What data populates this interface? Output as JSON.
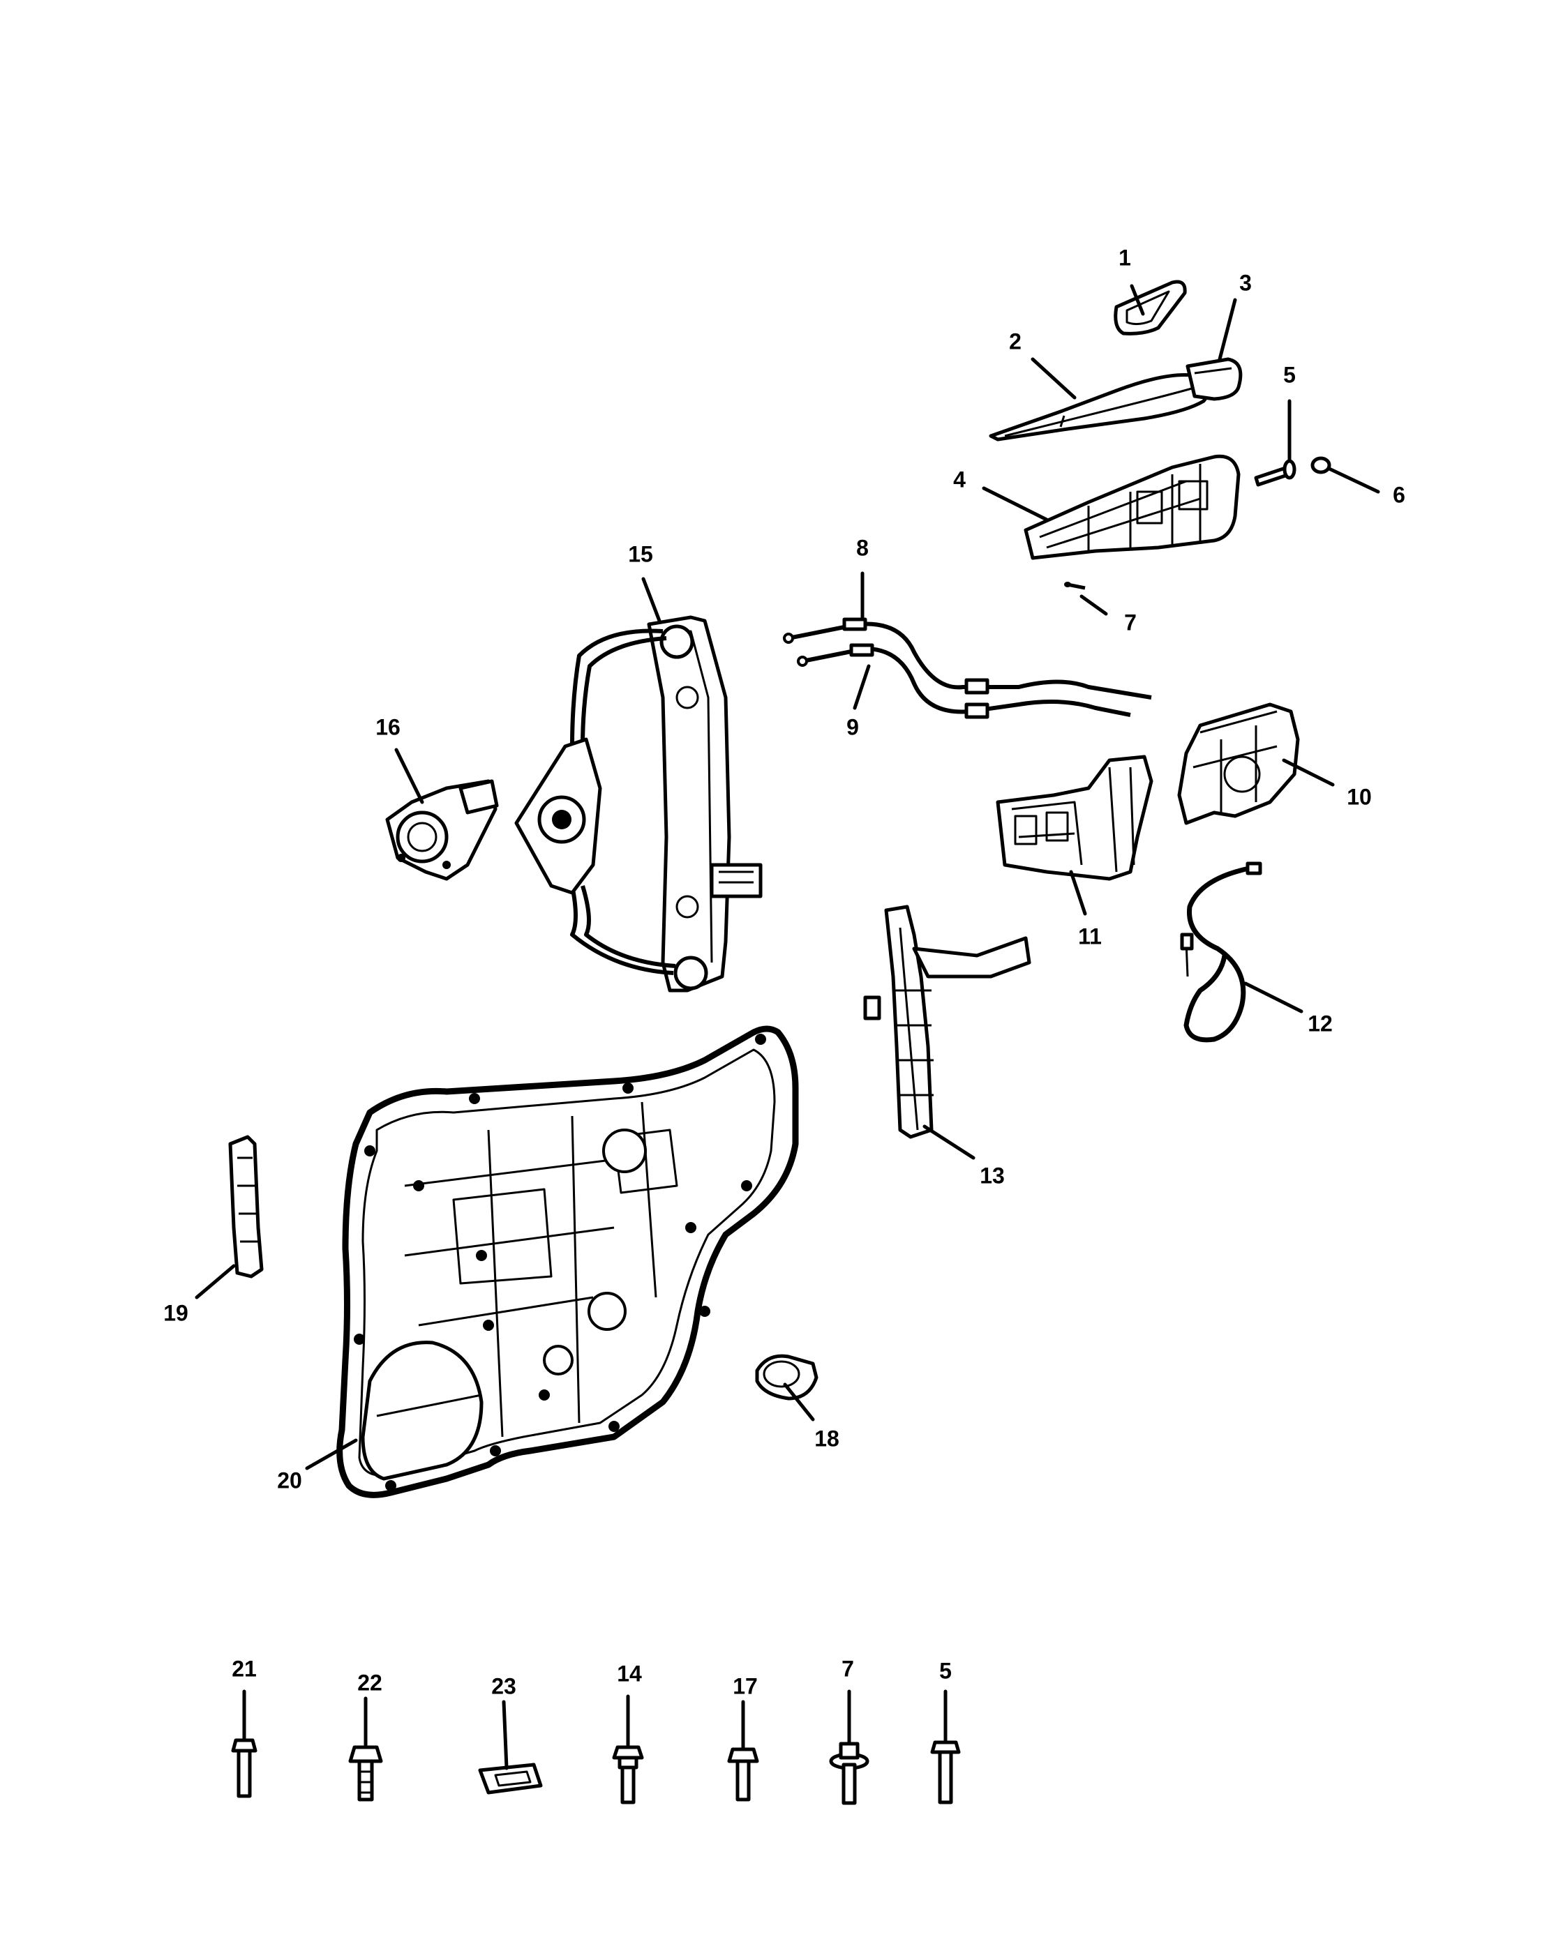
{
  "callouts": [
    {
      "id": "c1",
      "label": "1"
    },
    {
      "id": "c2",
      "label": "2"
    },
    {
      "id": "c3",
      "label": "3"
    },
    {
      "id": "c4",
      "label": "4"
    },
    {
      "id": "c5",
      "label": "5"
    },
    {
      "id": "c6",
      "label": "6"
    },
    {
      "id": "c7",
      "label": "7"
    },
    {
      "id": "c8",
      "label": "8"
    },
    {
      "id": "c9",
      "label": "9"
    },
    {
      "id": "c10",
      "label": "10"
    },
    {
      "id": "c11",
      "label": "11"
    },
    {
      "id": "c12",
      "label": "12"
    },
    {
      "id": "c13",
      "label": "13"
    },
    {
      "id": "c15",
      "label": "15"
    },
    {
      "id": "c16",
      "label": "16"
    },
    {
      "id": "c18",
      "label": "18"
    },
    {
      "id": "c19",
      "label": "19"
    },
    {
      "id": "c20",
      "label": "20"
    },
    {
      "id": "c21",
      "label": "21"
    },
    {
      "id": "c22",
      "label": "22"
    },
    {
      "id": "c23",
      "label": "23"
    },
    {
      "id": "c14",
      "label": "14"
    },
    {
      "id": "c17",
      "label": "17"
    },
    {
      "id": "c7b",
      "label": "7"
    },
    {
      "id": "c5b",
      "label": "5"
    }
  ]
}
